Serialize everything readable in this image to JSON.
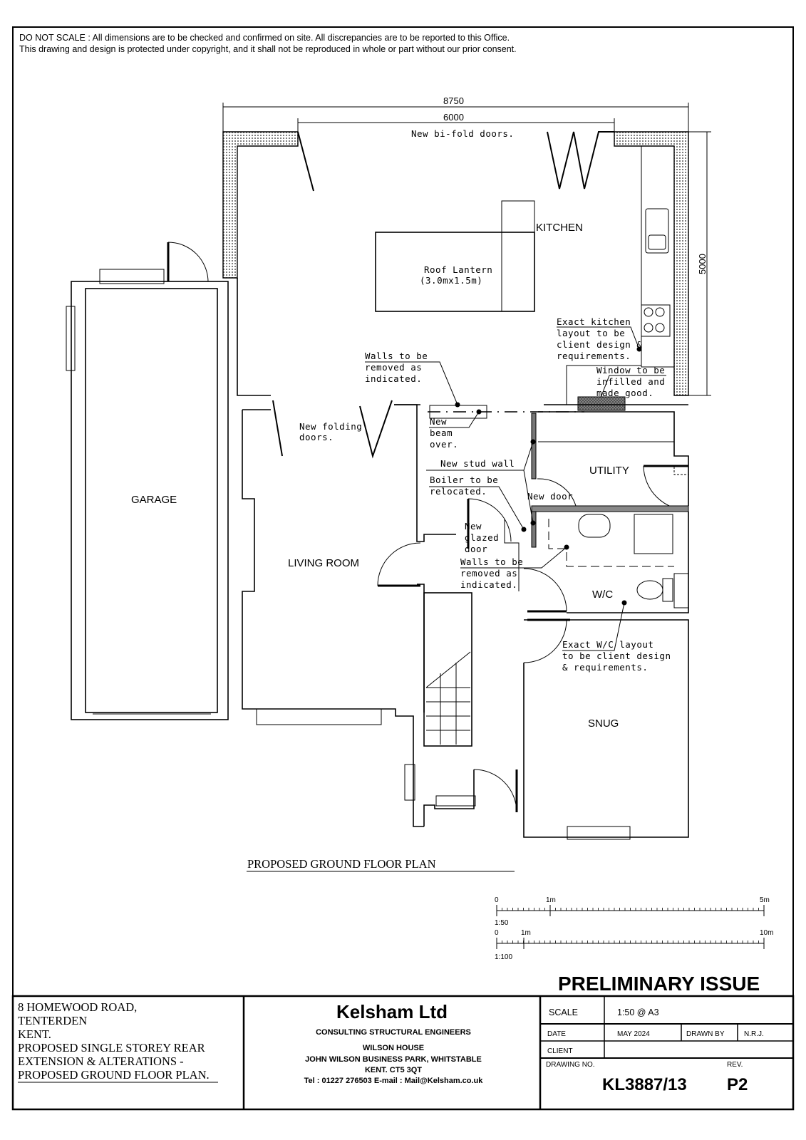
{
  "header": {
    "line1": "DO NOT SCALE : All dimensions are to be checked and confirmed on site. All discrepancies are to be reported to this Office.",
    "line2": "This drawing and design is protected under copyright, and it shall not be reproduced in whole or part without our prior consent."
  },
  "dimensions": {
    "overall_width": "8750",
    "opening_width": "6000",
    "depth": "5000"
  },
  "rooms": {
    "kitchen": "KITCHEN",
    "garage": "GARAGE",
    "living_room": "LIVING ROOM",
    "utility": "UTILITY",
    "wc": "W/C",
    "snug": "SNUG"
  },
  "labels": {
    "bifold": "New bi-fold doors.",
    "roof_lantern_1": "Roof Lantern",
    "roof_lantern_2": "(3.0mx1.5m)",
    "kitchen_note": [
      "Exact kitchen",
      "layout to be",
      "client design &",
      "requirements."
    ],
    "window_note": [
      "Window to be",
      "infilled and",
      "made good."
    ],
    "walls_removed_1": [
      "Walls to be",
      "removed as",
      "indicated."
    ],
    "beam_note": [
      "New",
      "beam",
      "over."
    ],
    "folding_doors": [
      "New folding",
      "doors."
    ],
    "stud_wall": "New stud wall",
    "boiler": [
      "Boiler to be",
      "relocated."
    ],
    "new_door": "New door",
    "glazed_door": [
      "New",
      "glazed",
      "door"
    ],
    "walls_removed_2": [
      "Walls to be",
      "removed as",
      "indicated."
    ],
    "wc_note": [
      "Exact W/C layout",
      "to be client design",
      "& requirements."
    ]
  },
  "plan_title": "PROPOSED GROUND FLOOR PLAN",
  "scale_bars": [
    {
      "start": "0",
      "mid": "1m",
      "end": "5m",
      "ratio": "1:50"
    },
    {
      "start": "0",
      "mid": "1m",
      "end": "10m",
      "ratio": "1:100"
    }
  ],
  "issue_status": "PRELIMINARY ISSUE",
  "title_block": {
    "address": [
      "8 HOMEWOOD ROAD,",
      "TENTERDEN",
      "KENT.",
      "PROPOSED SINGLE STOREY REAR",
      "EXTENSION & ALTERATIONS -",
      "PROPOSED GROUND FLOOR PLAN."
    ],
    "company": "Kelsham Ltd",
    "company_sub": "CONSULTING STRUCTURAL ENGINEERS",
    "addr1": "WILSON HOUSE",
    "addr2": "JOHN WILSON BUSINESS PARK, WHITSTABLE",
    "addr3": "KENT. CT5 3QT",
    "contact": "Tel : 01227 276503  E-mail : Mail@Kelsham.co.uk",
    "scale_label": "SCALE",
    "scale_value": "1:50 @ A3",
    "date_label": "DATE",
    "date_value": "MAY 2024",
    "drawn_label": "DRAWN BY",
    "drawn_value": "N.R.J.",
    "client_label": "CLIENT",
    "client_value": "",
    "drawing_no_label": "DRAWING NO.",
    "drawing_no": "KL3887/13",
    "rev_label": "REV.",
    "rev": "P2"
  }
}
